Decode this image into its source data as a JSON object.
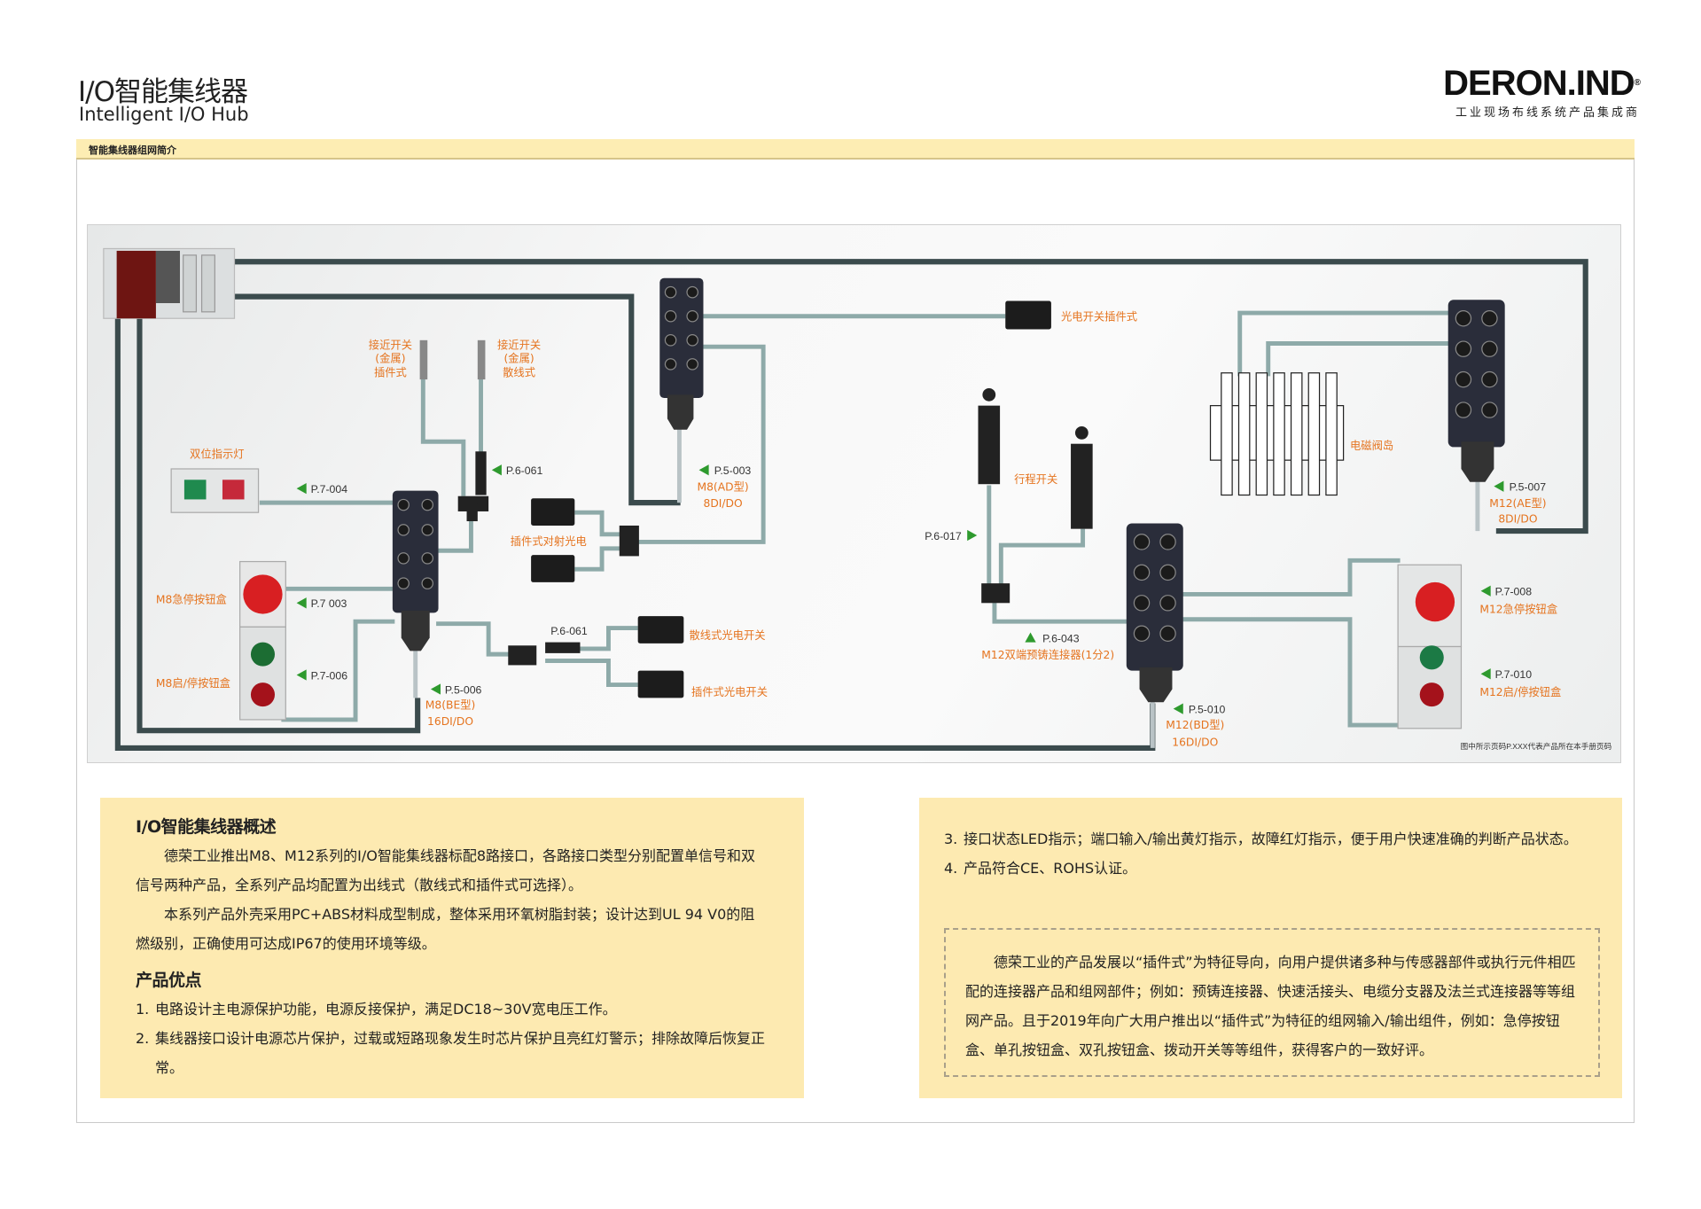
{
  "header": {
    "title": "I/O智能集线器",
    "subtitle": "Intelligent I/O Hub",
    "logo_brand": "DERON.IND",
    "logo_reg": "®",
    "logo_tagline": "工业现场布线系统产品集成商"
  },
  "section_bar": "智能集线器组网简介",
  "diagram": {
    "labels": {
      "prox_plug": [
        "接近开关",
        "(金属)",
        "插件式"
      ],
      "prox_wire": [
        "接近开关",
        "(金属)",
        "散线式"
      ],
      "dual_light": "双位指示灯",
      "m8_estop": "M8急停按钮盒",
      "m8_startstop": "M8启/停按钮盒",
      "thru_beam": "插件式对射光电",
      "photo_wired": "散线式光电开关",
      "photo_plug": "插件式光电开关",
      "photo_plug2": "光电开关插件式",
      "limit_switch": "行程开关",
      "valve_island": "电磁阀岛",
      "m12_splitter": "M12双端预铸连接器(1分2)",
      "m12_estop": "M12急停按钮盒",
      "m12_startstop": "M12启/停按钮盒",
      "hub_m8_be": [
        "P.5-006",
        "M8(BE型)",
        "16DI/DO"
      ],
      "hub_m8_ad": [
        "P.5-003",
        "M8(AD型)",
        "8DI/DO"
      ],
      "hub_m12_ae": [
        "P.5-007",
        "M12(AE型)",
        "8DI/DO"
      ],
      "hub_m12_bd": [
        "P.5-010",
        "M12(BD型)",
        "16DI/DO"
      ]
    },
    "pages": {
      "p7_004": "P.7-004",
      "p6_061a": "P.6-061",
      "p7_003": "P.7 003",
      "p7_006": "P.7-006",
      "p6_061b": "P.6-061",
      "p6_017": "P.6-017",
      "p6_043": "P.6-043",
      "p7_008": "P.7-008",
      "p7_010": "P.7-010"
    },
    "footnote": "图中所示页码P.XXX代表产品所在本手册页码",
    "colors": {
      "trunk": "#3b4b4d",
      "branch": "#8eaaa9",
      "label": "#e5741f",
      "arrow": "#2e9a2e"
    }
  },
  "overview": {
    "title": "I/O智能集线器概述",
    "paragraphs": [
      "德荣工业推出M8、M12系列的I/O智能集线器标配8路接口，各路接口类型分别配置单信号和双信号两种产品，全系列产品均配置为出线式（散线式和插件式可选择）。",
      "本系列产品外壳采用PC+ABS材料成型制成，整体采用环氧树脂封装；设计达到UL 94 V0的阻燃级别，正确使用可达成IP67的使用环境等级。"
    ]
  },
  "advantages": {
    "title": "产品优点",
    "items": [
      {
        "num": "1.",
        "text": "电路设计主电源保护功能，电源反接保护，满足DC18~30V宽电压工作。"
      },
      {
        "num": "2.",
        "text": "集线器接口设计电源芯片保护，过载或短路现象发生时芯片保护且亮红灯警示；排除故障后恢复正常。"
      },
      {
        "num": "3.",
        "text": "接口状态LED指示；端口输入/输出黄灯指示，故障红灯指示，便于用户快速准确的判断产品状态。"
      },
      {
        "num": "4.",
        "text": "产品符合CE、ROHS认证。"
      }
    ]
  },
  "note": "德荣工业的产品发展以“插件式”为特征导向，向用户提供诸多种与传感器部件或执行元件相匹配的连接器产品和组网部件；例如：预铸连接器、快速活接头、电缆分支器及法兰式连接器等等组网产品。且于2019年向广大用户推出以“插件式”为特征的组网输入/输出组件，例如：急停按钮盒、单孔按钮盒、双孔按钮盒、拨动开关等等组件，获得客户的一致好评。"
}
